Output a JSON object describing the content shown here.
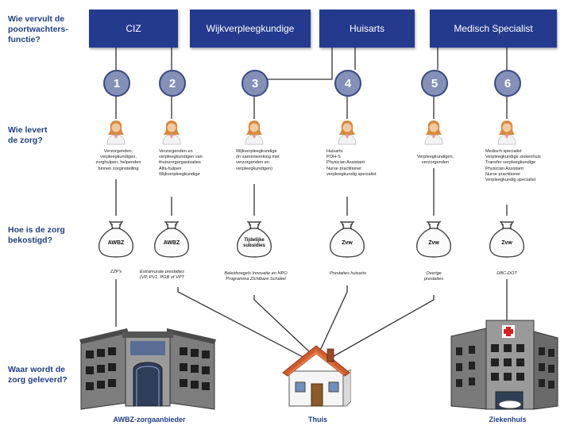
{
  "row_labels": {
    "gatekeeper": [
      "Wie vervult de",
      "poortwachters-",
      "functie?"
    ],
    "care": [
      "Wie levert",
      "de zorg?"
    ],
    "funding": [
      "Hoe is de zorg",
      "bekostigd?"
    ],
    "delivered": [
      "Waar wordt de",
      "zorg geleverd?"
    ]
  },
  "gatekeepers": [
    "CIZ",
    "Wijkverpleegkundige",
    "Huisarts",
    "Medisch Specialist"
  ],
  "routes": [
    "1",
    "2",
    "3",
    "4",
    "5",
    "6"
  ],
  "providers": [
    [
      "Verzorgenden,",
      "verpleegkundigen,",
      "zorghulpen, helpenden",
      "binnen zorginstelling"
    ],
    [
      "Verzorgenden en",
      "verpleegkundigen van",
      "thuiszorgorganisaties",
      "Alfa-hulpen",
      "Wijkverpleegkundige"
    ],
    [
      "Wijkverpleegkundige",
      "(in samenwerking met",
      "verzorgenden en",
      "verpleegkundigen)"
    ],
    [
      "Huisarts",
      "POH-S",
      "Physician Assistant",
      "Nurse practitioner",
      "verpleegkundig specialist"
    ],
    [
      "Verpleegkundigen,",
      "verzorgenden"
    ],
    [
      "Medisch specialist",
      "Verpleegkundige ziekenhuis",
      "Transfer verpleegkundige",
      "Physician Assistant",
      "Nurse practitioner",
      "Verpleegkundig specialist"
    ]
  ],
  "bags": [
    [
      "AWBZ"
    ],
    [
      "AWBZ"
    ],
    [
      "Tijdelijke",
      "subsidies"
    ],
    [
      "Zvw"
    ],
    [
      "Zvw"
    ],
    [
      "Zvw"
    ]
  ],
  "funding_notes": [
    [
      "ZZP's"
    ],
    [
      "Extramurale prestaties",
      "(VP, PV1, PGB of VPT"
    ],
    [
      "Beleidsregels Innovatie en NPO",
      "Programma Zichtbare Schakel"
    ],
    [
      "Prestaties huisarts"
    ],
    [
      "Overige",
      "prestaties"
    ],
    [
      "DBC-DOT"
    ]
  ],
  "locations": [
    "AWBZ-zorgaanbieder",
    "Thuis",
    "Ziekenhuis"
  ],
  "colors": {
    "box": "#243a8f",
    "circle": "#8490b8",
    "label": "#1f3f86"
  }
}
